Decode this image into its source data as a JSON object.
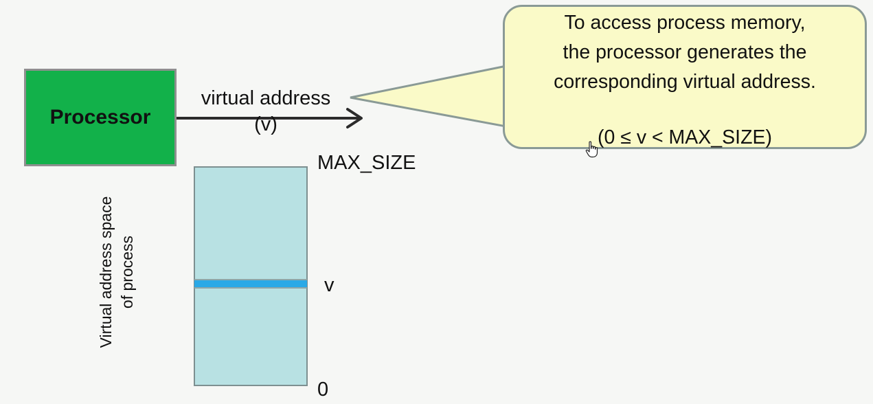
{
  "processor": {
    "label": "Processor"
  },
  "arrow": {
    "label_line1": "virtual address",
    "label_line2": "(v)"
  },
  "callout": {
    "line1": "To access process memory,",
    "line2": "the processor generates the",
    "line3": "corresponding virtual address.",
    "range": "(0 ≤ v < MAX_SIZE)"
  },
  "address_space": {
    "title_line1": "Virtual address space",
    "title_line2": "of process",
    "top_label": "MAX_SIZE",
    "marker_label": "v",
    "bottom_label": "0"
  },
  "colors": {
    "processor_fill": "#12b14a",
    "address_space_fill": "#b8e1e3",
    "marker_fill": "#2aa9e6",
    "callout_fill": "#fafac8"
  }
}
